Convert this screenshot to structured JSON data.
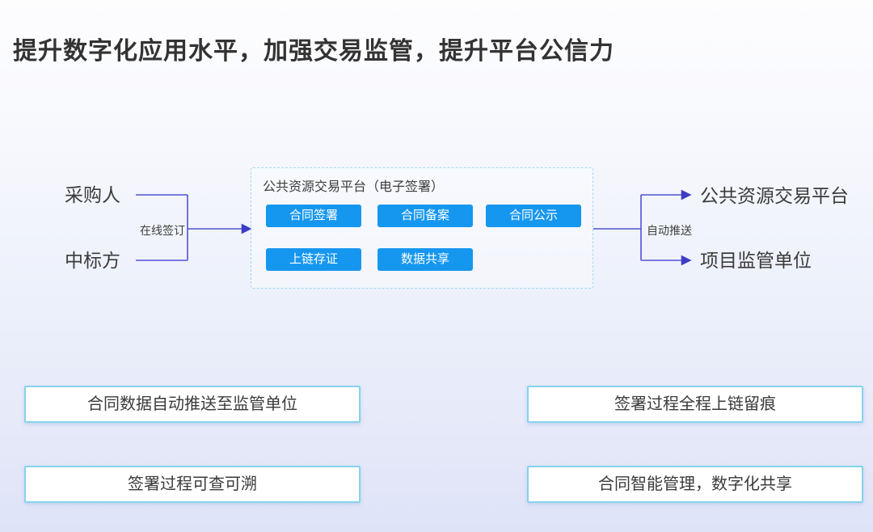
{
  "title": "提升数字化应用水平，加强交易监管，提升平台公信力",
  "flow": {
    "left_nodes": [
      {
        "label": "采购人"
      },
      {
        "label": "中标方"
      }
    ],
    "left_arrow_label": "在线签订",
    "platform": {
      "title": "公共资源交易平台（电子签署）",
      "buttons": [
        {
          "label": "合同签署"
        },
        {
          "label": "合同备案"
        },
        {
          "label": "合同公示"
        },
        {
          "label": "上链存证"
        },
        {
          "label": "数据共享"
        }
      ]
    },
    "right_arrow_label": "自动推送",
    "right_nodes": [
      {
        "label": "公共资源交易平台"
      },
      {
        "label": "项目监管单位"
      }
    ]
  },
  "features": [
    {
      "label": "合同数据自动推送至监管单位"
    },
    {
      "label": "签署过程全程上链留痕"
    },
    {
      "label": "签署过程可查可溯"
    },
    {
      "label": "合同智能管理，数字化共享"
    }
  ],
  "colors": {
    "accent_blue": "#1697ef",
    "connector_purple": "#5052d4",
    "platform_border": "#a5d6f3",
    "feature_border": "#86d3ec"
  }
}
